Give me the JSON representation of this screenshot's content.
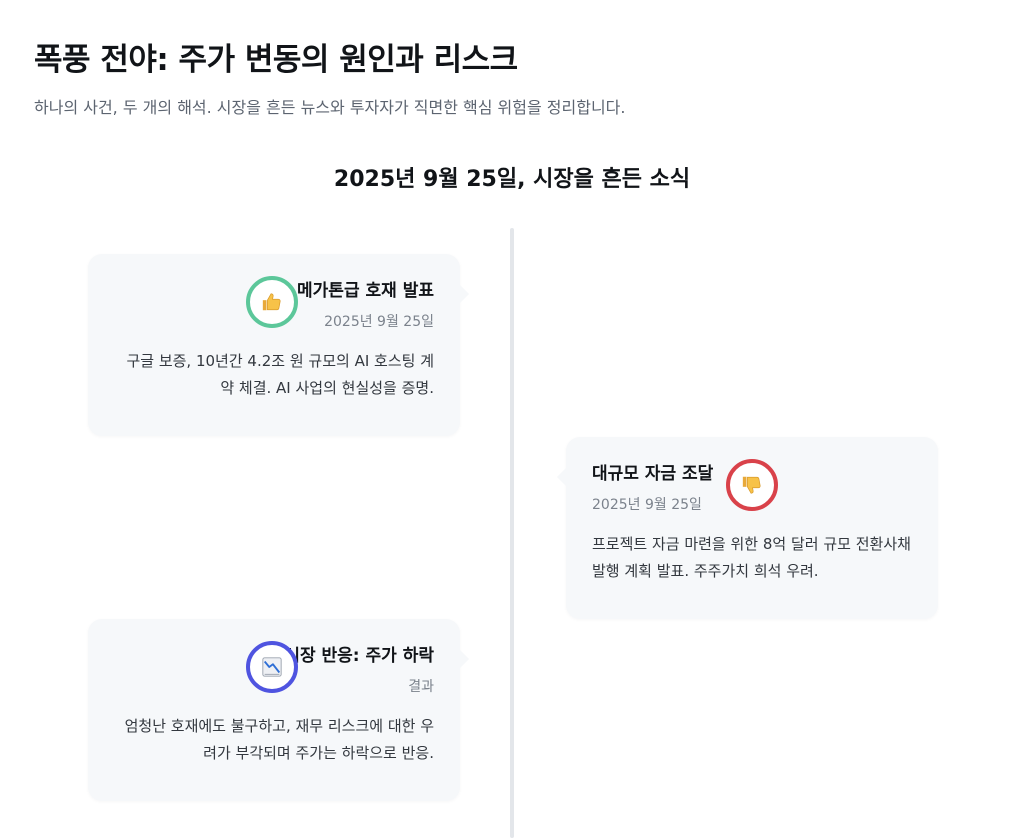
{
  "header": {
    "title": "폭풍 전야: 주가 변동의 원인과 리스크",
    "subtitle": "하나의 사건, 두 개의 해석. 시장을 흔든 뉴스와 투자자가 직면한 핵심 위험을 정리합니다."
  },
  "timeline": {
    "heading": "2025년 9월 25일, 시장을 흔든 소식",
    "events": [
      {
        "title": "메가톤급 호재 발표",
        "date": "2025년 9월 25일",
        "body": "구글 보증, 10년간 4.2조 원 규모의 AI 호스팅 계약 체결. AI 사업의 현실성을 증명.",
        "icon": "thumbs-up-icon",
        "accent": "#5cc79a"
      },
      {
        "title": "대규모 자금 조달",
        "date": "2025년 9월 25일",
        "body": "프로젝트 자금 마련을 위한 8억 달러 규모 전환사채 발행 계획 발표. 주주가치 희석 우려.",
        "icon": "thumbs-down-icon",
        "accent": "#d9424a"
      },
      {
        "title": "시장 반응: 주가 하락",
        "date": "결과",
        "body": "엄청난 호재에도 불구하고, 재무 리스크에 대한 우려가 부각되며 주가는 하락으로 반응.",
        "icon": "chart-decreasing-icon",
        "accent": "#4f54e0"
      }
    ]
  }
}
